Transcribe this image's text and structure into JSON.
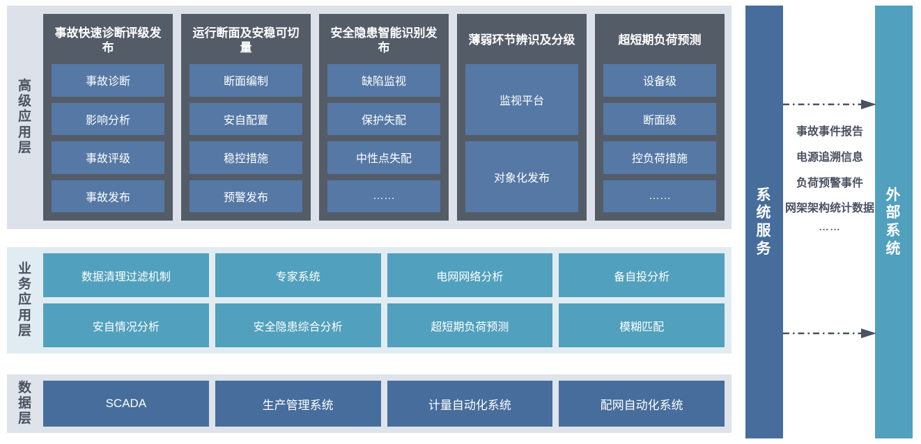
{
  "layers": {
    "advanced": {
      "label": "高级应用层",
      "columns": [
        {
          "title": "事故快速诊断评级发布",
          "items": [
            "事故诊断",
            "影响分析",
            "事故评级",
            "事故发布"
          ]
        },
        {
          "title": "运行断面及安稳可切量",
          "items": [
            "断面编制",
            "安自配置",
            "稳控措施",
            "预警发布"
          ]
        },
        {
          "title": "安全隐患智能识别发布",
          "items": [
            "缺陷监视",
            "保护失配",
            "中性点失配",
            "……"
          ]
        },
        {
          "title": "薄弱环节辨识及分级",
          "items": [
            "监视平台",
            "对象化发布"
          ]
        },
        {
          "title": "超短期负荷预测",
          "items": [
            "设备级",
            "断面级",
            "控负荷措施",
            "……"
          ]
        }
      ]
    },
    "business": {
      "label": "业务应用层",
      "rows": [
        [
          "数据清理过滤机制",
          "专家系统",
          "电网网络分析",
          "备自投分析"
        ],
        [
          "安自情况分析",
          "安全隐患综合分析",
          "超短期负荷预测",
          "模糊匹配"
        ]
      ]
    },
    "data": {
      "label": "数据层",
      "items": [
        "SCADA",
        "生产管理系统",
        "计量自动化系统",
        "配网自动化系统"
      ]
    }
  },
  "right": {
    "system_service_label": "系统服务",
    "external_system_label": "外部系统",
    "flows": [
      "事故事件报告",
      "电源追溯信息",
      "负荷预警事件",
      "网架架构统计数据"
    ],
    "flow_ellipsis": "……"
  },
  "colors": {
    "advanced_panel_bg": "#dde1e9",
    "advanced_column_bg": "#545c68",
    "advanced_item_bg": "#5578a5",
    "business_panel_bg": "#e1ecf2",
    "business_item_bg": "#51a0bd",
    "data_panel_bg": "#dfe3ea",
    "data_item_bg": "#466d9b",
    "system_service_bg": "#466d9b",
    "external_system_bg": "#51a0bd",
    "arrow_color": "#4a5160",
    "label_text": "#4a5160"
  }
}
